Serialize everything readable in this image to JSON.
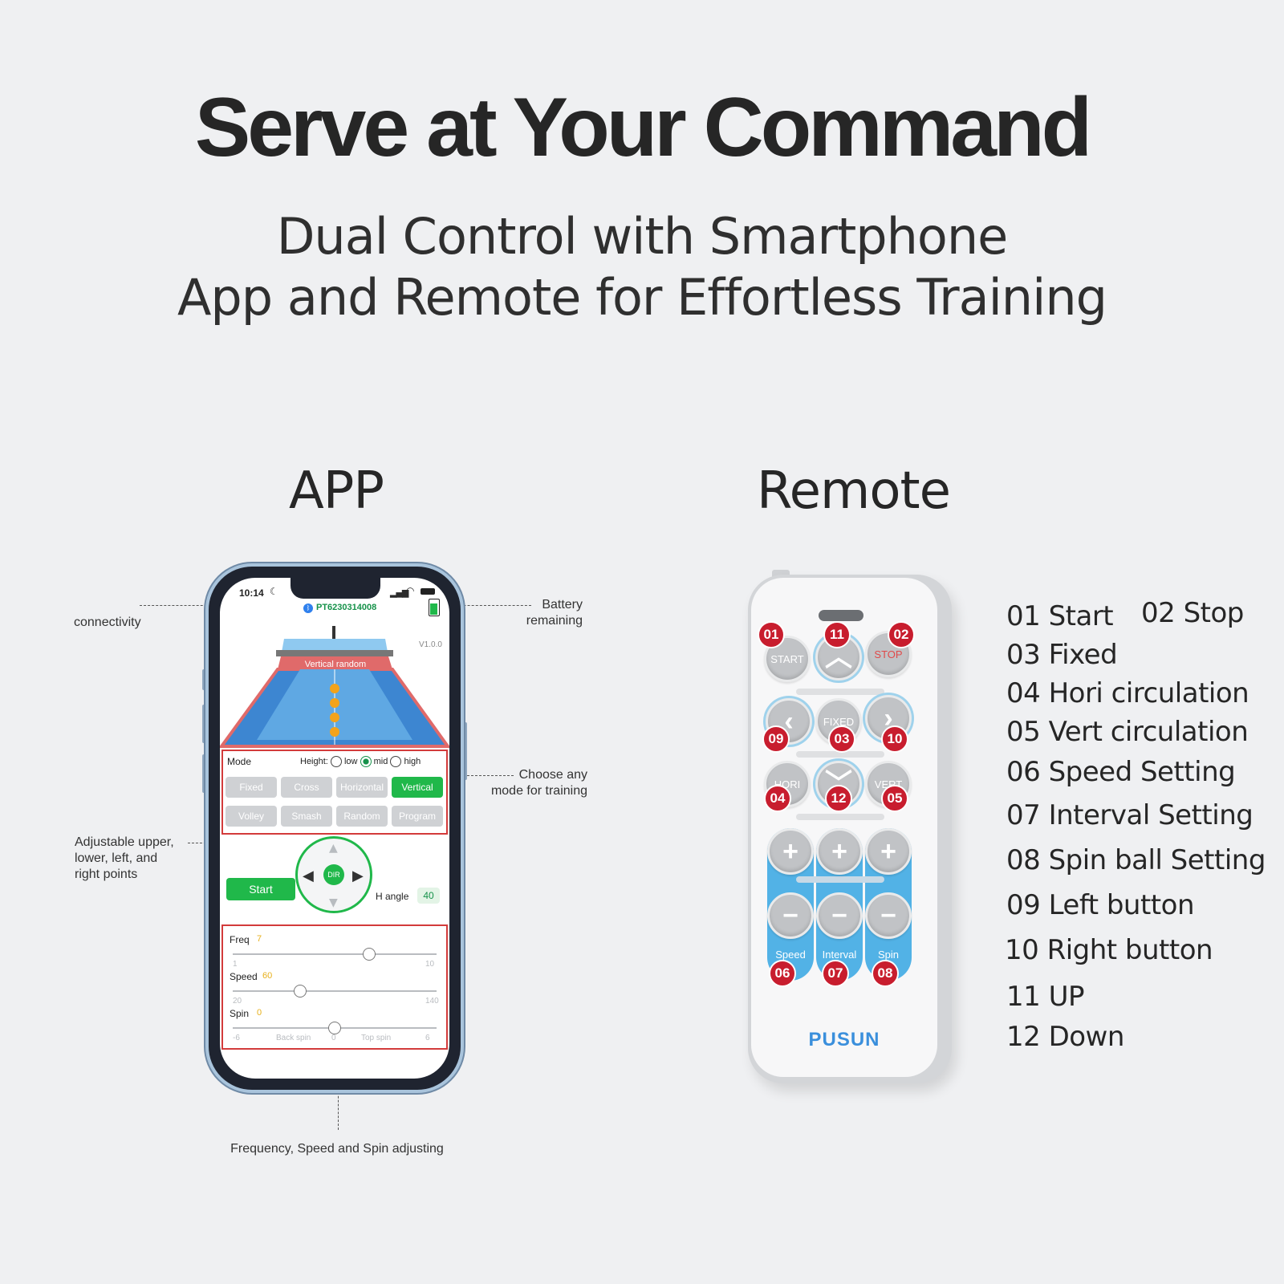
{
  "title": "Serve at Your Command",
  "subtitle": {
    "line1": "Dual Control with Smartphone",
    "line2": "App and Remote for Effortless Training"
  },
  "app": {
    "heading": "APP",
    "annotations": {
      "connectivity": "connectivity",
      "battery_line1": "Battery",
      "battery_line2": "remaining",
      "mode_line1": "Choose any",
      "mode_line2": "mode for training",
      "points_line1": "Adjustable upper,",
      "points_line2": "lower, left, and",
      "points_line3": "right points",
      "sliders": "Frequency, Speed and Spin adjusting"
    },
    "screen": {
      "time": "10:14",
      "device_id": "PT6230314008",
      "version": "V1.0.0",
      "table_label": "Vertical random",
      "mode_label": "Mode",
      "height_label": "Height:",
      "height_options": [
        "low",
        "mid",
        "high"
      ],
      "height_selected": "mid",
      "modes_row1": [
        "Fixed",
        "Cross",
        "Horizontal",
        "Vertical"
      ],
      "modes_row2": [
        "Volley",
        "Smash",
        "Random",
        "Program"
      ],
      "active_mode": "Vertical",
      "start_label": "Start",
      "dir_label": "DIR",
      "h_angle_label": "H angle",
      "h_angle_value": "40",
      "sliders": [
        {
          "label": "Freq",
          "value": "7",
          "min": "1",
          "max": "10",
          "fraction": 0.67
        },
        {
          "label": "Speed",
          "value": "60",
          "min": "20",
          "max": "140",
          "fraction": 0.33
        },
        {
          "label": "Spin",
          "value": "0",
          "min": "-6",
          "max": "6",
          "mid": "0",
          "left_hint": "Back spin",
          "right_hint": "Top spin",
          "fraction": 0.5
        }
      ]
    }
  },
  "remote": {
    "heading": "Remote",
    "brand": "PUSUN",
    "buttons": {
      "start": "START",
      "stop": "STOP",
      "fixed": "FIXED",
      "hori": "HORI",
      "vert": "VERT",
      "speed": "Speed",
      "interval": "Interval",
      "spin": "Spin"
    },
    "badges": [
      "01",
      "11",
      "02",
      "09",
      "03",
      "10",
      "04",
      "12",
      "05",
      "06",
      "07",
      "08"
    ],
    "legend": [
      "01 Start",
      "02 Stop",
      "03 Fixed",
      "04 Hori circulation",
      "05 Vert circulation",
      "06 Speed Setting",
      "07 Interval Setting",
      "08 Spin ball Setting",
      "09 Left button",
      "10 Right button",
      "11 UP",
      "12 Down"
    ]
  }
}
